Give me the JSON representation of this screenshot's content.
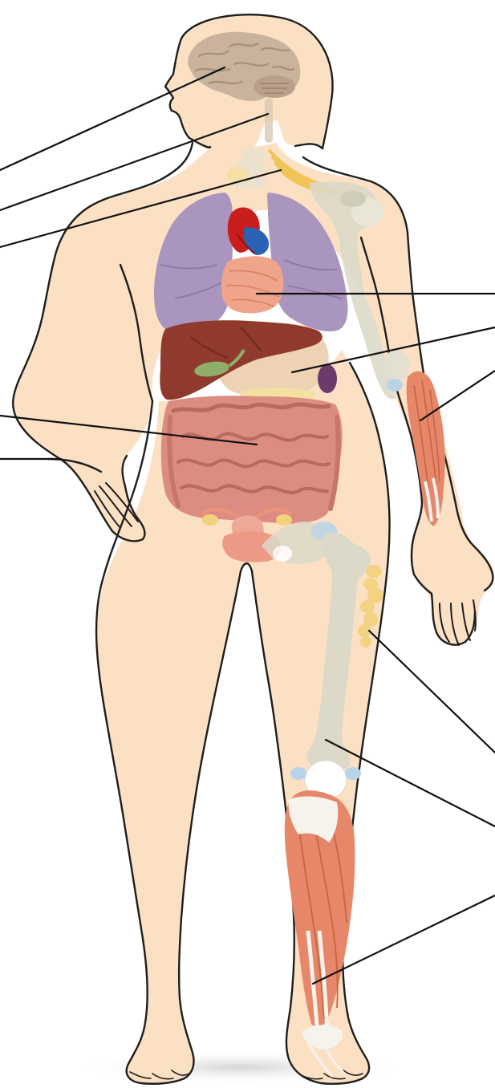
{
  "diagram": {
    "subject": "female-body-anatomy",
    "colors": {
      "skin": "#fbe0c3",
      "outline": "#222222",
      "bone": "#dcd9c8",
      "bone_light": "#e9e6d8",
      "lung": "#a995bd",
      "lung_dark": "#8d78a6",
      "heart": "#c91e1e",
      "heart_blue": "#2a63b5",
      "diaphragm": "#f0a48a",
      "liver": "#8f3a2c",
      "liver_dark": "#6e2a20",
      "gallbladder": "#8fae6a",
      "stomach": "#eed2b4",
      "spleen": "#6e3a6c",
      "intestine": "#dc8c80",
      "intestine_dark": "#b86a60",
      "bladder": "#ec9a86",
      "uterus": "#f0a896",
      "muscle": "#e6876a",
      "muscle_dark": "#c8643f",
      "tendon": "#f6f2ec",
      "nerve": "#f0c456",
      "fat": "#f3d27e",
      "brain": "#c9b39c",
      "brain_dark": "#a88f78",
      "cartilage": "#b8d4ea",
      "leader_line": "#111111"
    },
    "leader_lines": [
      {
        "name": "leader-brain"
      },
      {
        "name": "leader-spinal-cord"
      },
      {
        "name": "leader-nerves"
      },
      {
        "name": "leader-diaphragm"
      },
      {
        "name": "leader-stomach"
      },
      {
        "name": "leader-forearm-muscle"
      },
      {
        "name": "leader-intestines"
      },
      {
        "name": "leader-skin"
      },
      {
        "name": "leader-adipose"
      },
      {
        "name": "leader-femur"
      },
      {
        "name": "leader-leg-tendon"
      }
    ]
  }
}
